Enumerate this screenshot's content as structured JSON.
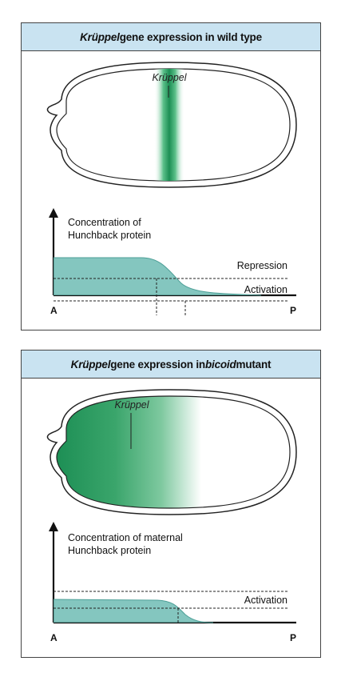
{
  "panels": [
    {
      "title_italic": "Krüppel",
      "title_rest": " gene expression in wild type",
      "embryo_label": "Krüppel",
      "y_axis_label_line1": "Concentration of",
      "y_axis_label_line2": "Hunchback protein",
      "threshold_labels": [
        "Repression",
        "Activation"
      ],
      "x_start_label": "A",
      "x_end_label": "P"
    },
    {
      "title_italic": "Krüppel",
      "title_mid": " gene expression in ",
      "title_italic2": "bicoid",
      "title_rest": " mutant",
      "embryo_label": "Krüppel",
      "y_axis_label_line1": "Concentration of maternal",
      "y_axis_label_line2": "Hunchback protein",
      "threshold_labels": [
        "Activation"
      ],
      "x_start_label": "A",
      "x_end_label": "P"
    }
  ],
  "colors": {
    "header_bg": "#c9e3f1",
    "gradient_fill": "#6fbcb4",
    "stripe_green": "#1d8f55",
    "outline": "#222222"
  }
}
